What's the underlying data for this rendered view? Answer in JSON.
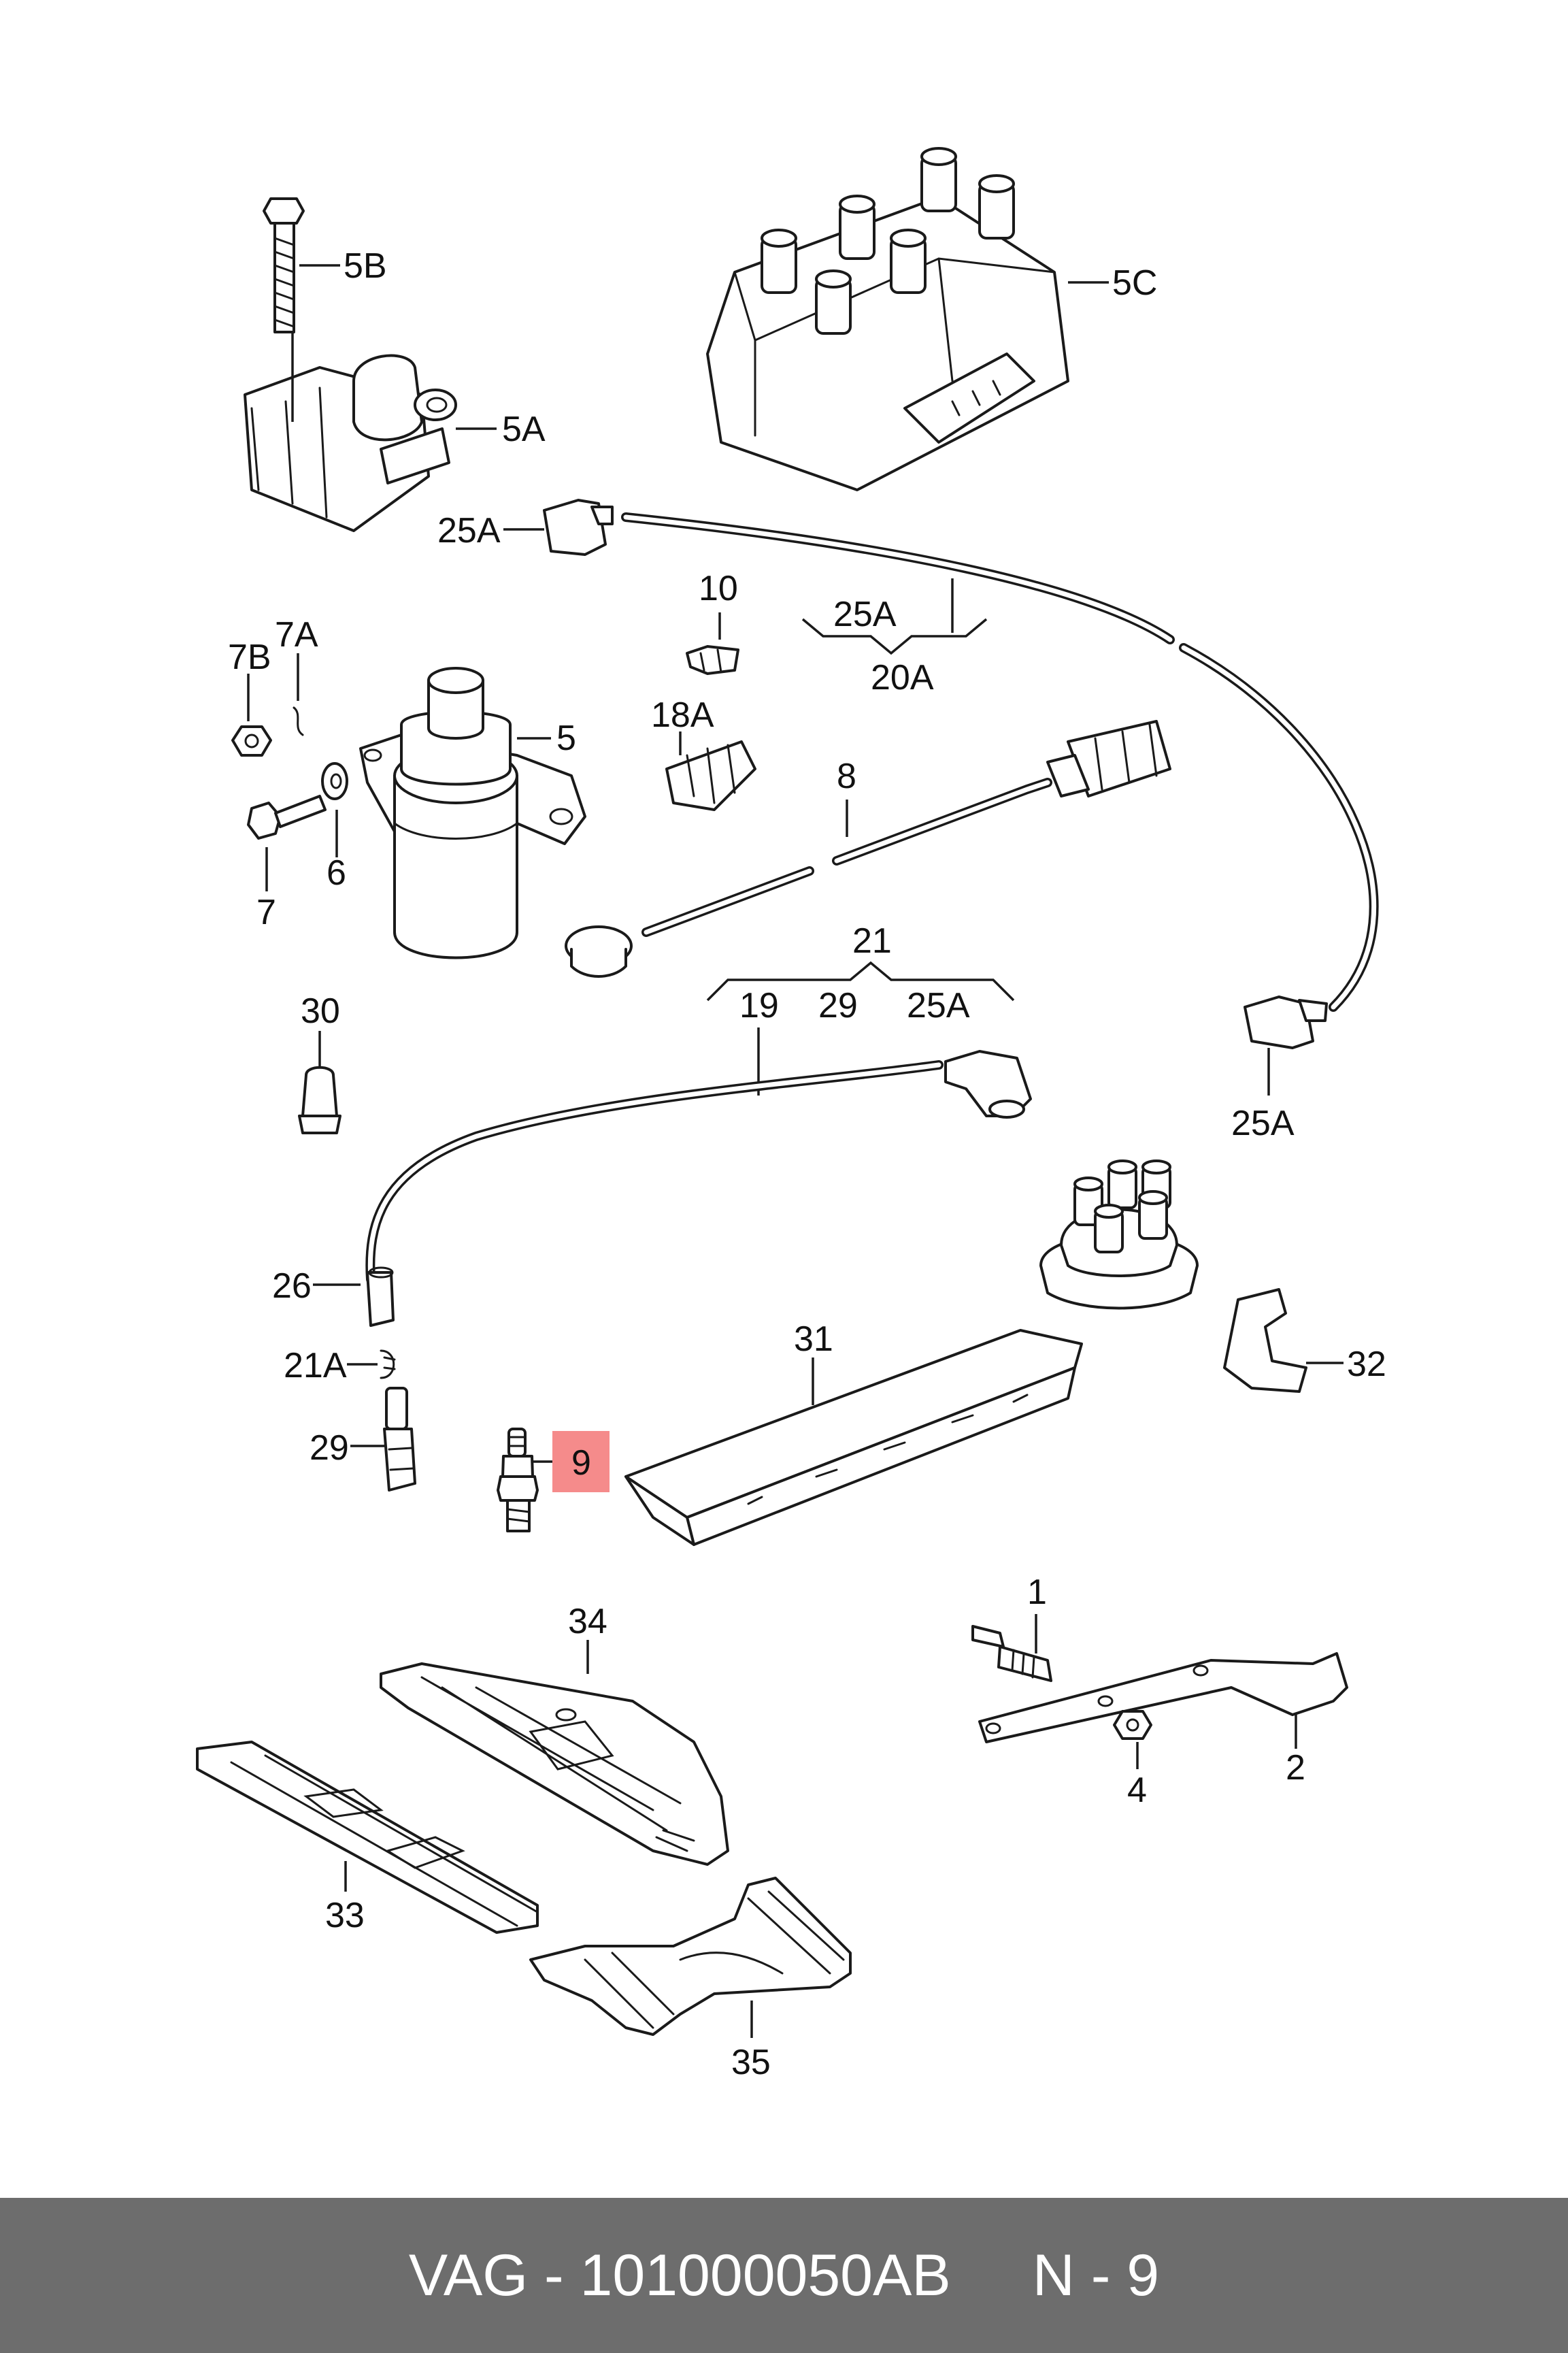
{
  "diagram": {
    "highlight_color": "#f58b8b",
    "callouts": {
      "c5B": "5B",
      "c5A": "5A",
      "c5C": "5C",
      "c25A_top": "25A",
      "c10": "10",
      "c25A_grp": "25A",
      "c20A": "20A",
      "c7A": "7A",
      "c7B": "7B",
      "c5": "5",
      "c18A": "18A",
      "c8": "8",
      "c6": "6",
      "c7": "7",
      "c21": "21",
      "c19": "19",
      "c29_grp": "29",
      "c25A_grp2": "25A",
      "c30": "30",
      "c25A_right": "25A",
      "c26": "26",
      "c31": "31",
      "c32": "32",
      "c21A": "21A",
      "c29": "29",
      "c9": "9",
      "c1": "1",
      "c34": "34",
      "c4": "4",
      "c2": "2",
      "c33": "33",
      "c35": "35"
    }
  },
  "footer": {
    "brand_part": "VAG - 101000050AB",
    "position": "N - 9",
    "background_color": "#6d6d6d"
  }
}
